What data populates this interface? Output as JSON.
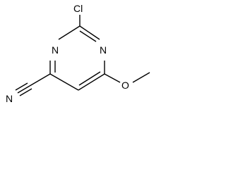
{
  "molecule": {
    "atoms": {
      "chlorine": "Cl",
      "ring_nitrogen_left": "N",
      "ring_nitrogen_right": "N",
      "nitrile_nitrogen": "N",
      "methoxy_oxygen": "O"
    }
  },
  "colors": {
    "ink": "#000000",
    "background": "#ffffff"
  }
}
